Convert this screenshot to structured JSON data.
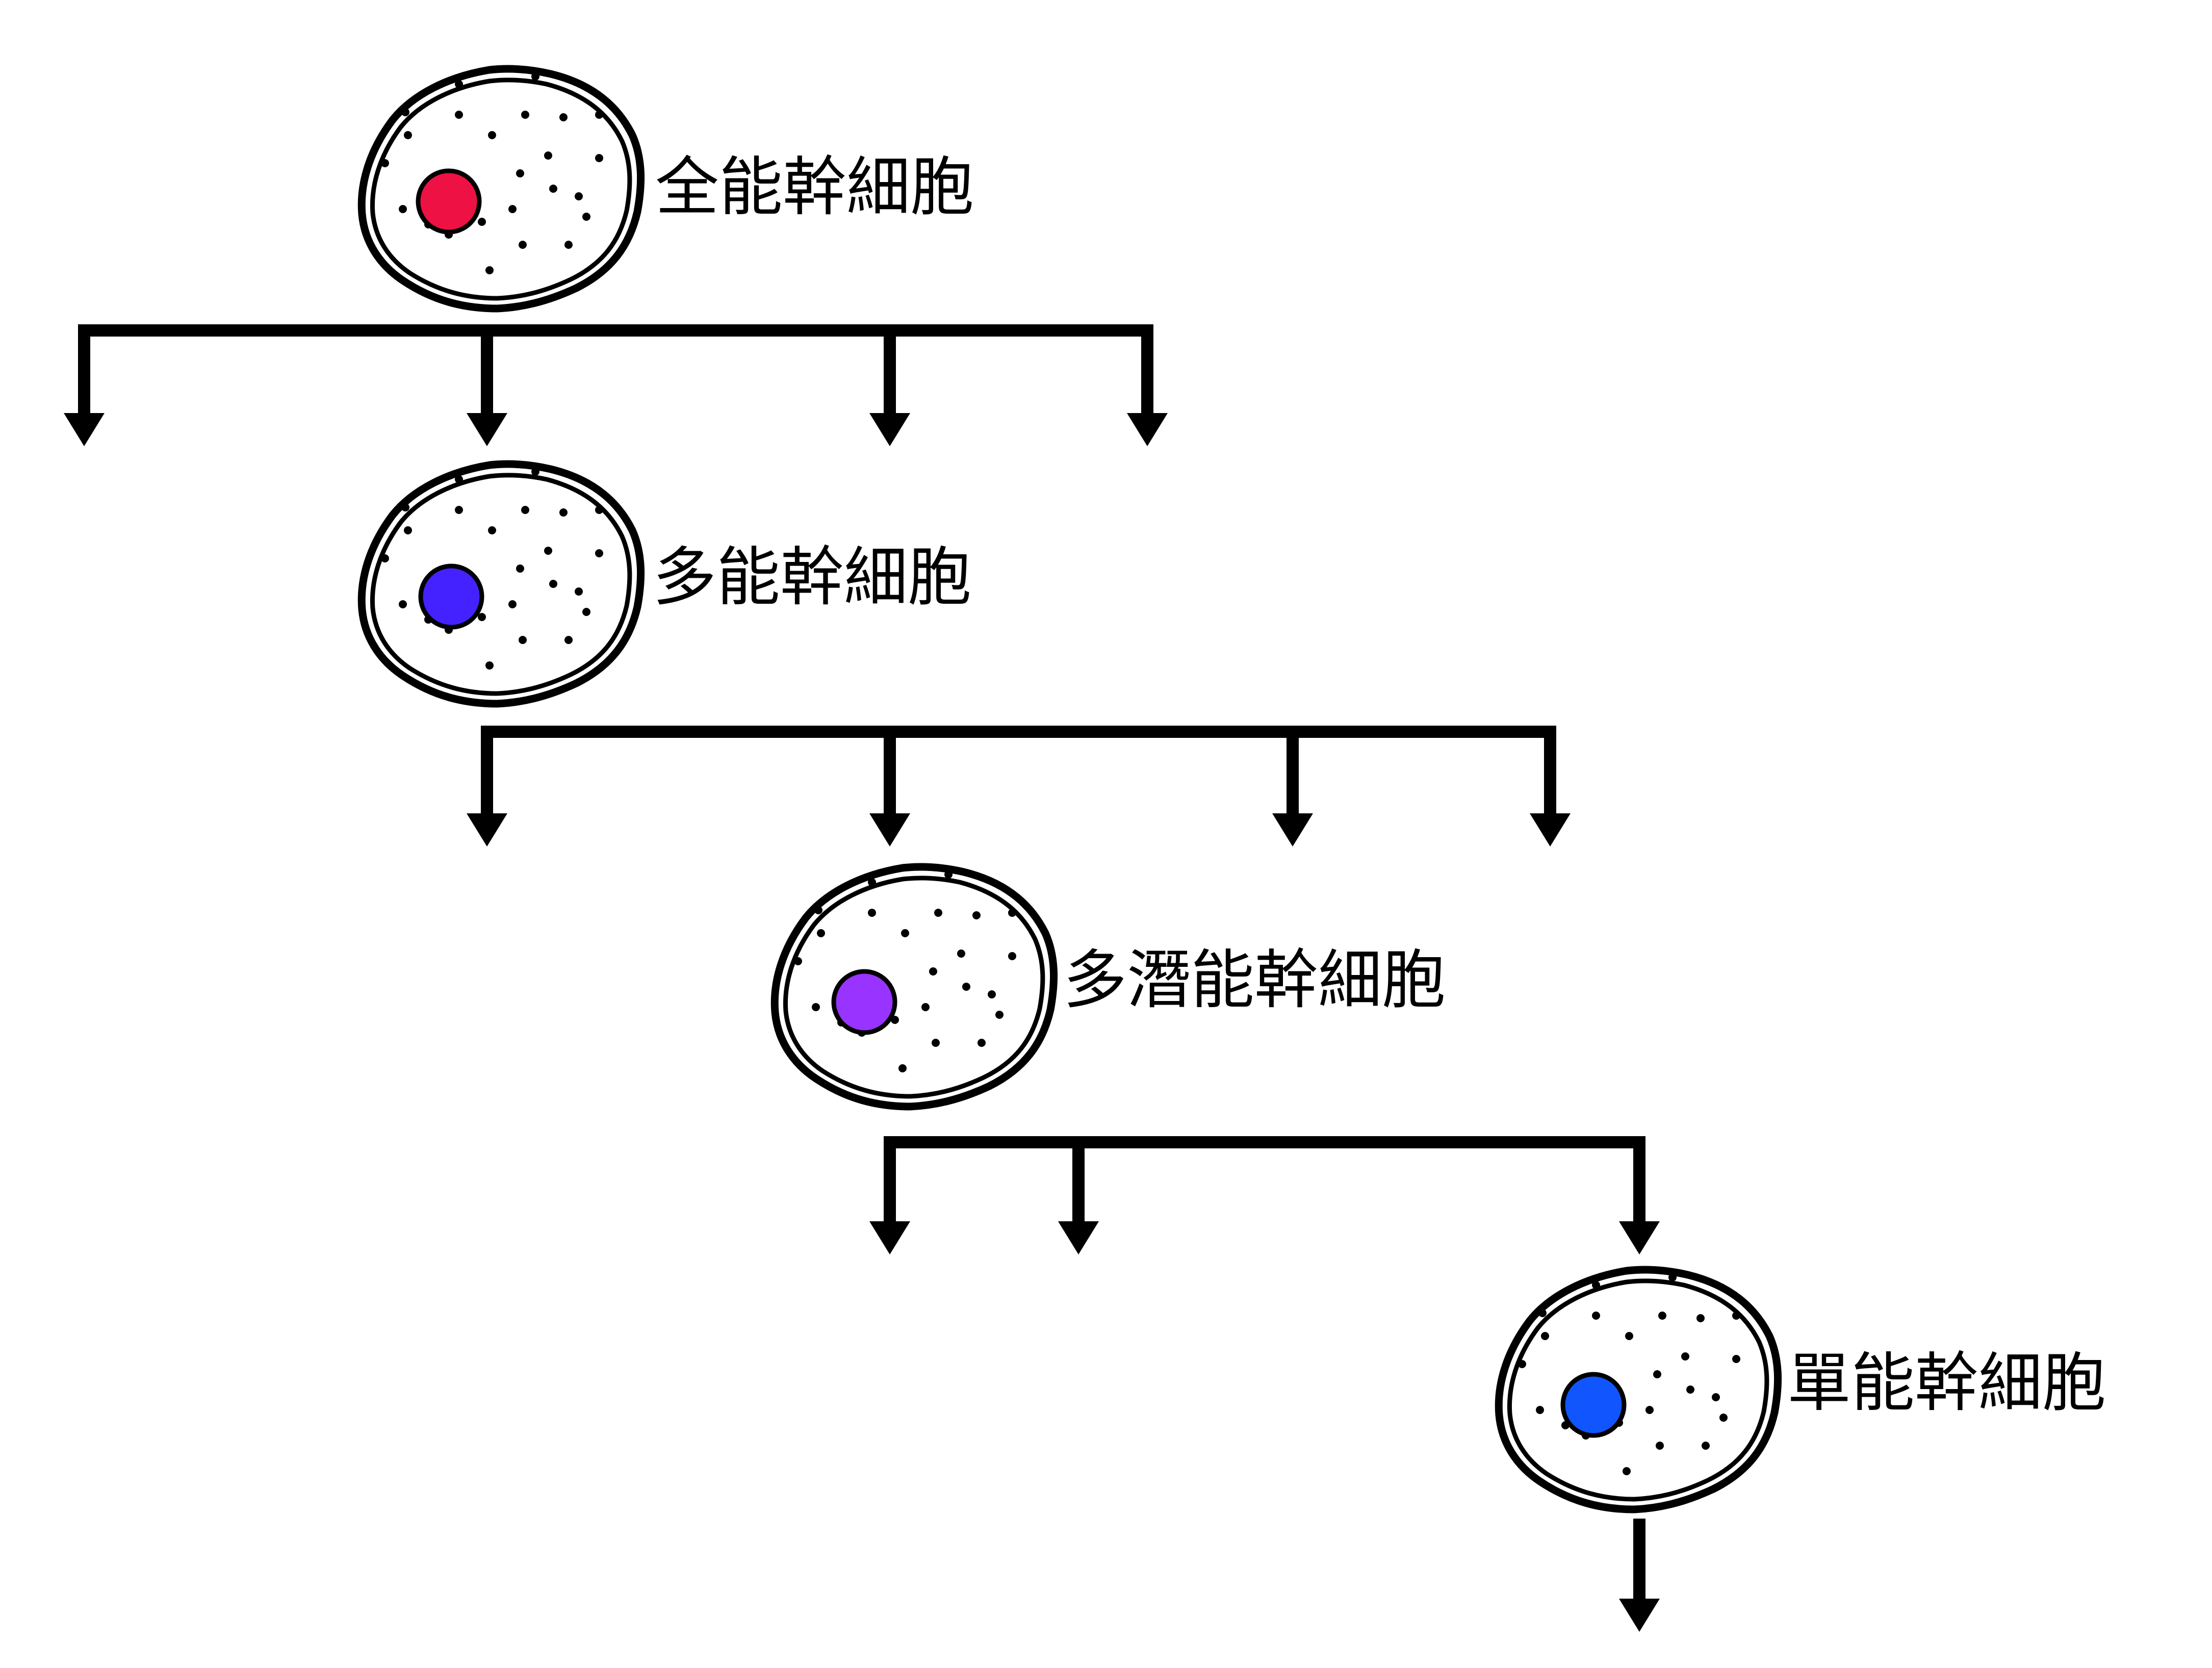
{
  "diagram": {
    "cells": [
      {
        "label": "全能幹細胞",
        "nucleus_color": "#ee1144"
      },
      {
        "label": "多能幹細胞",
        "nucleus_color": "#4422ff"
      },
      {
        "label": "多潛能幹細胞",
        "nucleus_color": "#9933ff"
      },
      {
        "label": "單能幹細胞",
        "nucleus_color": "#1155ff"
      }
    ],
    "line_color": "#000000"
  }
}
